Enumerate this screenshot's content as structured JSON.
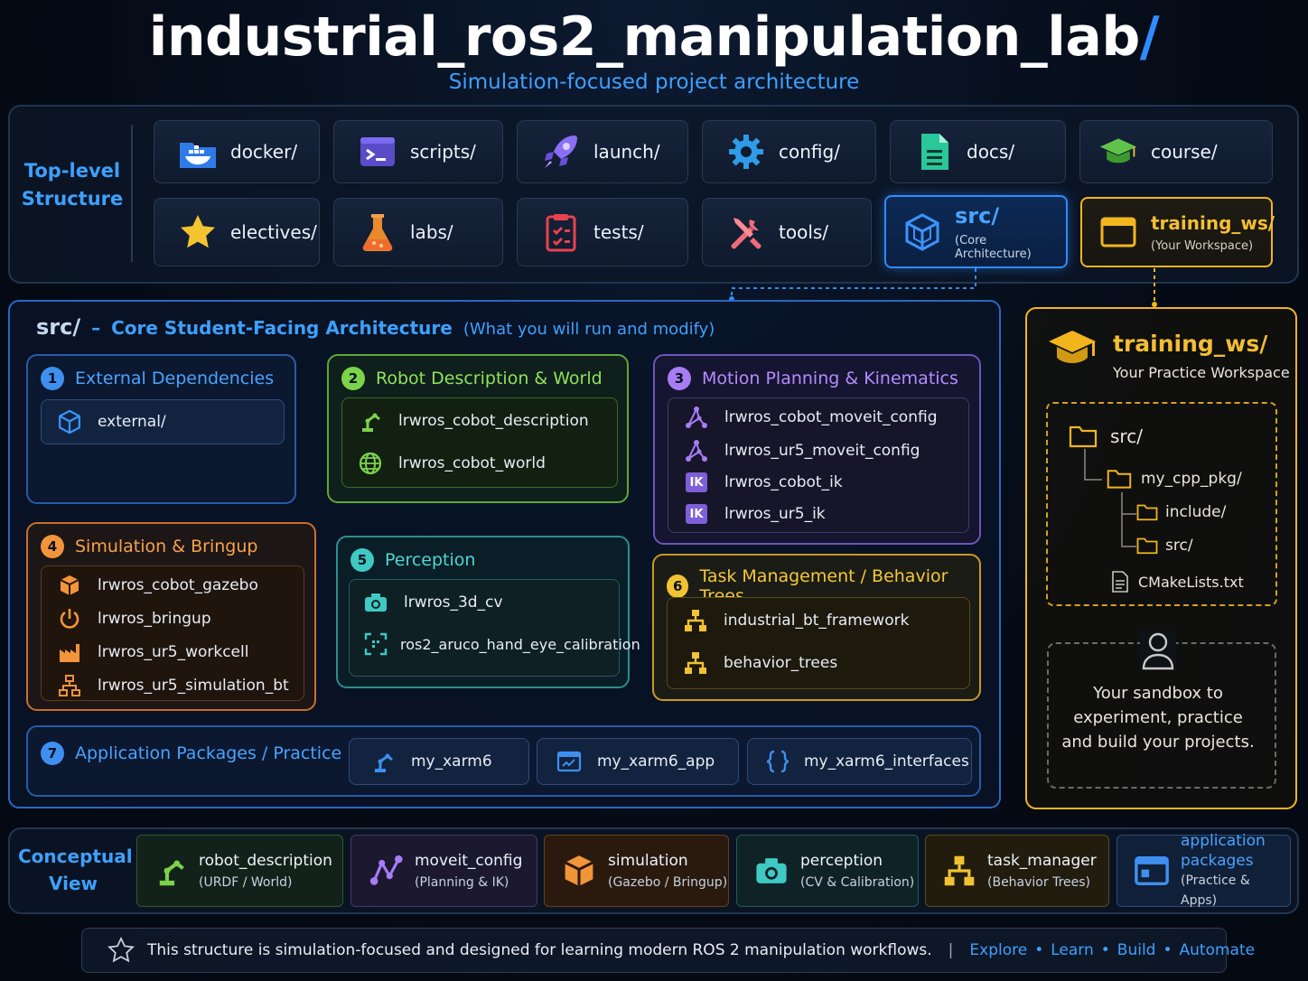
{
  "header": {
    "title": "industrial_ros2_manipulation_lab",
    "slash": "/",
    "subtitle": "Simulation-focused project architecture"
  },
  "top_level": {
    "label_line1": "Top-level",
    "label_line2": "Structure",
    "items": [
      {
        "label": "docker/",
        "icon": "docker-icon"
      },
      {
        "label": "scripts/",
        "icon": "terminal-icon"
      },
      {
        "label": "launch/",
        "icon": "rocket-icon"
      },
      {
        "label": "config/",
        "icon": "gear-icon"
      },
      {
        "label": "docs/",
        "icon": "document-icon"
      },
      {
        "label": "course/",
        "icon": "graduation-cap-icon"
      },
      {
        "label": "electives/",
        "icon": "star-icon"
      },
      {
        "label": "labs/",
        "icon": "flask-icon"
      },
      {
        "label": "tests/",
        "icon": "checklist-icon"
      },
      {
        "label": "tools/",
        "icon": "tools-icon"
      }
    ],
    "src": {
      "label": "src/",
      "sub": "(Core Architecture)",
      "icon": "cubes-icon"
    },
    "training": {
      "label": "training_ws/",
      "sub": "(Your Workspace)",
      "icon": "window-icon"
    }
  },
  "src_section": {
    "title": "src/",
    "dash": "–",
    "heading": "Core Student-Facing Architecture",
    "note": "(What you will run and modify)",
    "groups": [
      {
        "num": "1",
        "title": "External Dependencies",
        "color": "#3f8ff0",
        "items": [
          "external/"
        ]
      },
      {
        "num": "2",
        "title": "Robot Description & World",
        "color": "#7bd34a",
        "items": [
          "lrwros_cobot_description",
          "lrwros_cobot_world"
        ]
      },
      {
        "num": "3",
        "title": "Motion Planning & Kinematics",
        "color": "#a77cf5",
        "items": [
          "lrwros_cobot_moveit_config",
          "lrwros_ur5_moveit_config",
          "lrwros_cobot_ik",
          "lrwros_ur5_ik"
        ],
        "ik_label": "IK"
      },
      {
        "num": "4",
        "title": "Simulation & Bringup",
        "color": "#f2943a",
        "items": [
          "lrwros_cobot_gazebo",
          "lrwros_bringup",
          "lrwros_ur5_workcell",
          "lrwros_ur5_simulation_bt"
        ]
      },
      {
        "num": "5",
        "title": "Perception",
        "color": "#3fc9c3",
        "items": [
          "lrwros_3d_cv",
          "ros2_aruco_hand_eye_calibration"
        ]
      },
      {
        "num": "6",
        "title": "Task Management / Behavior Trees",
        "color": "#f1c232",
        "items": [
          "industrial_bt_framework",
          "behavior_trees"
        ]
      },
      {
        "num": "7",
        "title": "Application Packages / Practice",
        "color": "#3f8ff0",
        "items": [
          "my_xarm6",
          "my_xarm6_app",
          "my_xarm6_interfaces"
        ]
      }
    ]
  },
  "training_ws": {
    "title": "training_ws/",
    "subtitle": "Your Practice Workspace",
    "tree": {
      "root": "src/",
      "pkg": "my_cpp_pkg/",
      "include": "include/",
      "src": "src/",
      "cmake": "CMakeLists.txt"
    },
    "sandbox_line1": "Your sandbox to",
    "sandbox_line2": "experiment, practice",
    "sandbox_line3": "and build your projects."
  },
  "conceptual": {
    "label_line1": "Conceptual",
    "label_line2": "View",
    "items": [
      {
        "title": "robot_description",
        "sub": "(URDF / World)",
        "icon": "robot-arm-icon"
      },
      {
        "title": "moveit_config",
        "sub": "(Planning & IK)",
        "icon": "planning-graph-icon"
      },
      {
        "title": "simulation",
        "sub": "(Gazebo / Bringup)",
        "icon": "cube-icon"
      },
      {
        "title": "perception",
        "sub": "(CV & Calibration)",
        "icon": "camera-icon"
      },
      {
        "title": "task_manager",
        "sub": "(Behavior Trees)",
        "icon": "tree-icon"
      },
      {
        "title_line1": "application",
        "title_line2": "packages",
        "sub": "(Practice & Apps)",
        "icon": "app-window-icon"
      }
    ]
  },
  "footer": {
    "text": "This structure is simulation-focused and designed for learning modern ROS 2 manipulation workflows.",
    "sep": "|",
    "links": [
      "Explore",
      "Learn",
      "Build",
      "Automate"
    ],
    "bullet": "•"
  },
  "colors": {
    "accent": "#2f8cff",
    "training": "#f2b51d",
    "panel_border": "#22344f"
  }
}
